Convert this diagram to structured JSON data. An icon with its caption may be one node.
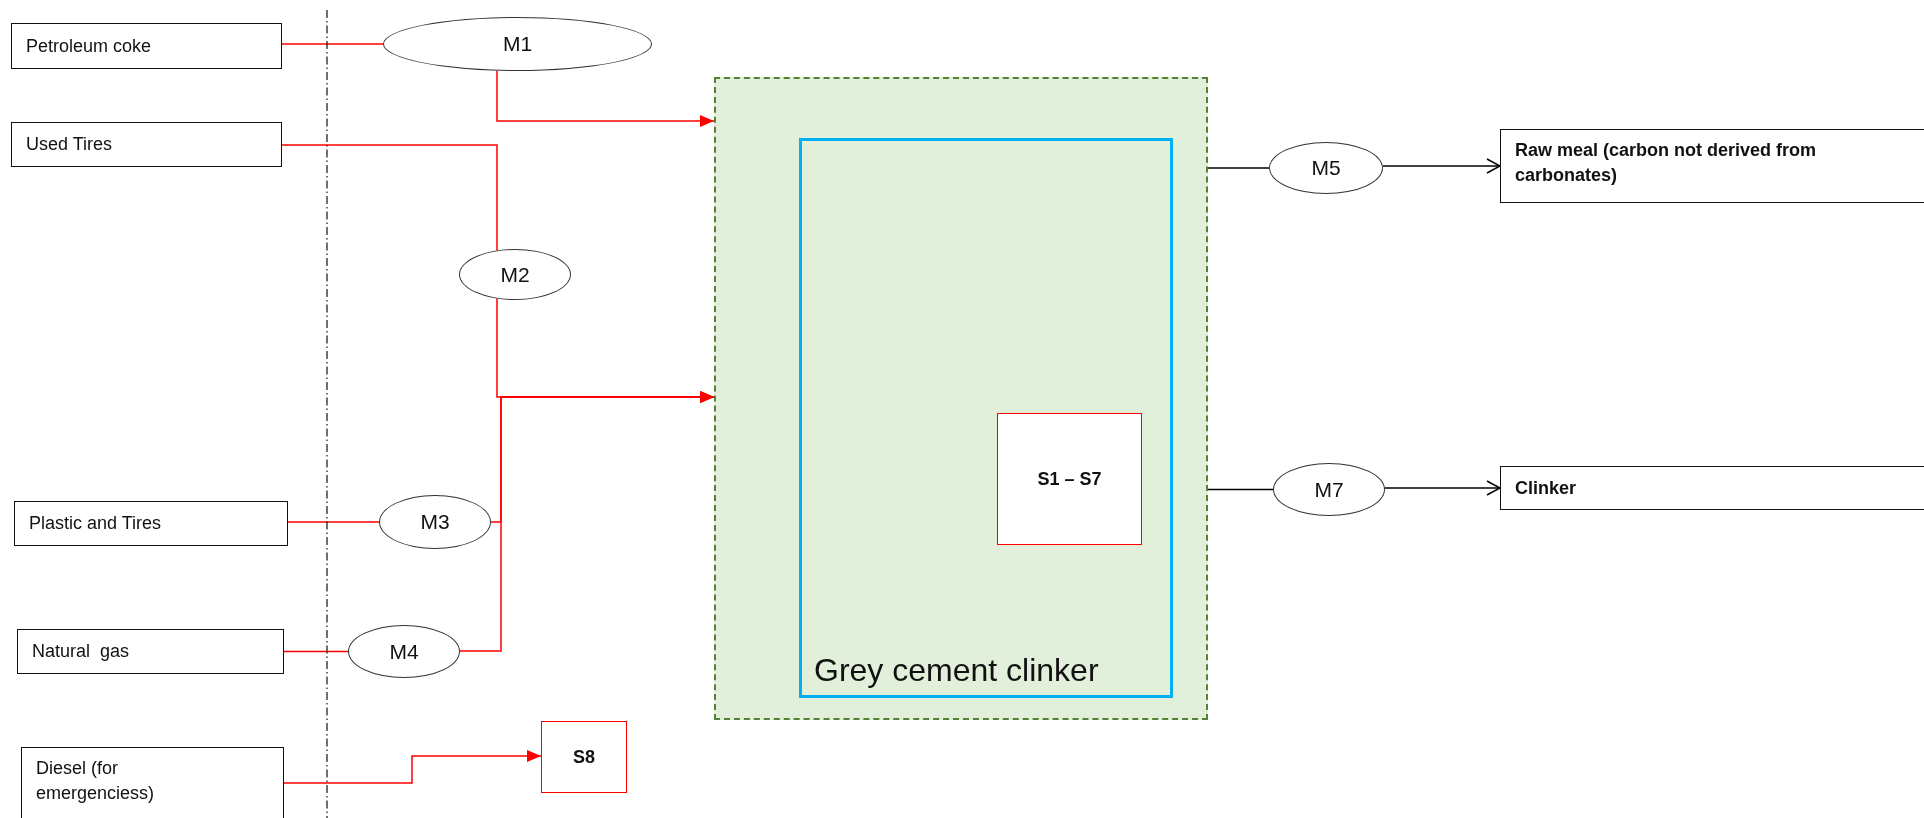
{
  "diagram": {
    "nodes": [
      {
        "text": [
          "Petroleum coke"
        ]
      },
      {
        "text": [
          "M1"
        ]
      },
      {
        "text": [
          "Used Tires"
        ]
      },
      {
        "text": [
          "M2"
        ]
      },
      {
        "text": [
          "Plastic and Tires"
        ]
      },
      {
        "text": [
          "M3"
        ]
      },
      {
        "text": [
          "Natural  gas"
        ]
      },
      {
        "text": [
          "M4"
        ]
      },
      {
        "text": [
          "Diesel (for emergenciess)"
        ]
      },
      {
        "text": [
          "S8"
        ]
      },
      {
        "text": [],
        "shape": "box"
      },
      {
        "text": [
          "Grey cement clinker"
        ],
        "in": 10
      },
      {
        "text": [
          "S1 – S7"
        ],
        "in": 11
      },
      {
        "text": [
          "M5"
        ]
      },
      {
        "text": [
          "Raw meal (carbon not derived from carbonates)"
        ]
      },
      {
        "text": [
          "M7"
        ]
      },
      {
        "text": [
          "Clinker"
        ]
      }
    ],
    "edges": [
      {
        "from": 0,
        "to": 1,
        "arrow": "none"
      },
      {
        "from": 1,
        "to": 10,
        "arrow": "to"
      },
      {
        "from": 2,
        "to": 3,
        "arrow": "none"
      },
      {
        "from": 3,
        "to": 10,
        "arrow": "to"
      },
      {
        "from": 4,
        "to": 5,
        "arrow": "none"
      },
      {
        "from": 5,
        "to": 10,
        "arrow": "to"
      },
      {
        "from": 6,
        "to": 7,
        "arrow": "none"
      },
      {
        "from": 7,
        "to": 10,
        "arrow": "to"
      },
      {
        "from": 8,
        "to": 9,
        "arrow": "to"
      },
      {
        "from": 10,
        "to": 13,
        "arrow": "none",
        "color": "#000000"
      },
      {
        "from": 13,
        "to": 14,
        "arrow": "to",
        "color": "#000000"
      },
      {
        "from": 10,
        "to": 15,
        "arrow": "none",
        "color": "#000000"
      },
      {
        "from": 15,
        "to": 16,
        "arrow": "to",
        "color": "#000000"
      }
    ]
  }
}
